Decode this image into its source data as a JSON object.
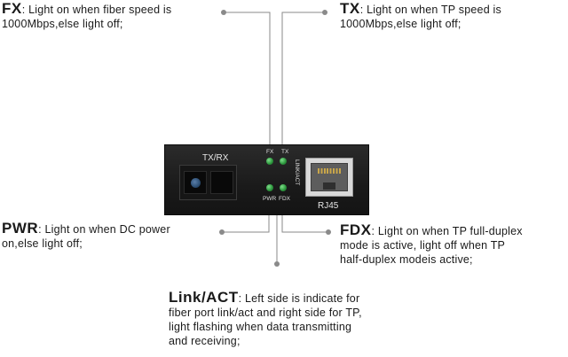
{
  "callouts": {
    "fx": {
      "key": "FX",
      "lines": [
        ": Light on when fiber speed is",
        "1000Mbps,else light off;"
      ]
    },
    "tx": {
      "key": "TX",
      "lines": [
        ": Light on when TP speed is",
        "1000Mbps,else light off;"
      ]
    },
    "pwr": {
      "key": "PWR",
      "lines": [
        ": Light on when DC power",
        "on,else light off;"
      ]
    },
    "fdx": {
      "key": "FDX",
      "lines": [
        ": Light on when TP full-duplex",
        "mode is active, light off when TP",
        "half-duplex modeis active;"
      ]
    },
    "link_act": {
      "key": "Link/ACT",
      "lines": [
        ": Left side is indicate for",
        "fiber port link/act and right side for TP,",
        "light flashing when data transmitting",
        "and receiving;"
      ]
    }
  },
  "device": {
    "fiber_port_label": "TX/RX",
    "rj45_label": "RJ45",
    "led_labels": {
      "fx": "FX",
      "tx": "TX",
      "link_act": "LINK/ACT",
      "pwr": "PWR",
      "fdx": "FDX"
    }
  },
  "colors": {
    "leader_line": "#8a8a8a",
    "led_on": "#2e9a3f",
    "device_body": "#1e1e1e",
    "fiber_ferrule": "#2c4e73"
  }
}
